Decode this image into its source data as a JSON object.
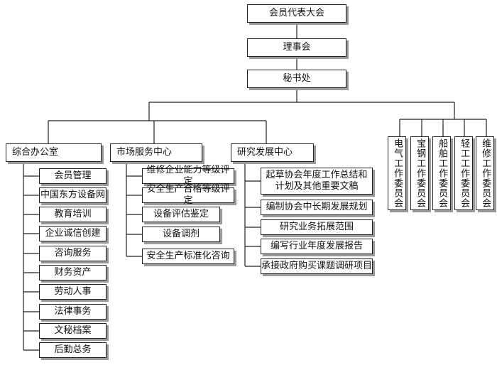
{
  "top": [
    "会员代表大会",
    "理事会",
    "秘书处"
  ],
  "departments": [
    {
      "name": "综合办公室",
      "items": [
        "会员管理",
        "中国东方设备网",
        "教育培训",
        "企业诚信创建",
        "咨询服务",
        "财务资产",
        "劳动人事",
        "法律事务",
        "文秘档案",
        "后勤总务"
      ]
    },
    {
      "name": "市场服务中心",
      "items": [
        "维修企业能力等级评定",
        "安全生产合格等级评定",
        "设备评估鉴定",
        "设备调剂",
        "安全生产标准化咨询"
      ]
    },
    {
      "name": "研究发展中心",
      "items": [
        "起草协会年度工作总结和计划及其他重要文稿",
        "编制协会中长期发展规划",
        "研究业务拓展范围",
        "编写行业年度发展报告",
        "承接政府购买课题调研项目"
      ]
    }
  ],
  "committees": [
    "电气工作委员会",
    "宝钢工作委员会",
    "船舶工作委员会",
    "轻工工作委员会",
    "维修工作委员会"
  ]
}
